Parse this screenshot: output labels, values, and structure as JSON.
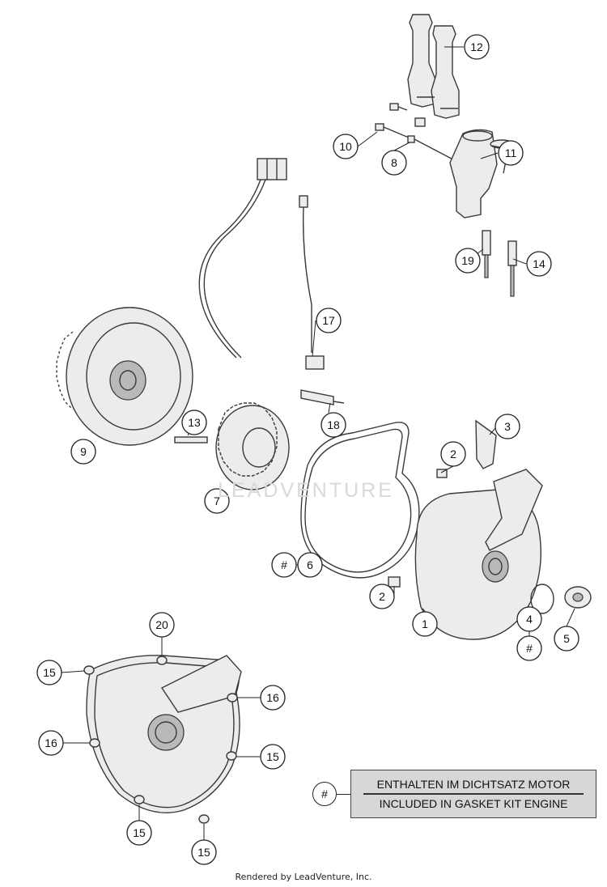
{
  "callouts": {
    "c1": "1",
    "c2a": "2",
    "c2b": "2",
    "c3": "3",
    "c4": "4",
    "c5": "5",
    "c6": "6",
    "c7": "7",
    "c8": "8",
    "c9": "9",
    "c10": "10",
    "c11": "11",
    "c12": "12",
    "c13": "13",
    "c14": "14",
    "c15a": "15",
    "c15b": "15",
    "c15c": "15",
    "c15d": "15",
    "c16a": "16",
    "c16b": "16",
    "c17": "17",
    "c18": "18",
    "c19": "19",
    "c20": "20"
  },
  "hash_symbol": "#",
  "legend": {
    "line1": "ENTHALTEN IM DICHTSATZ MOTOR",
    "line2": "INCLUDED IN GASKET KIT ENGINE"
  },
  "watermark": "LEADVENTURE",
  "footer": "Rendered by LeadVenture, Inc."
}
